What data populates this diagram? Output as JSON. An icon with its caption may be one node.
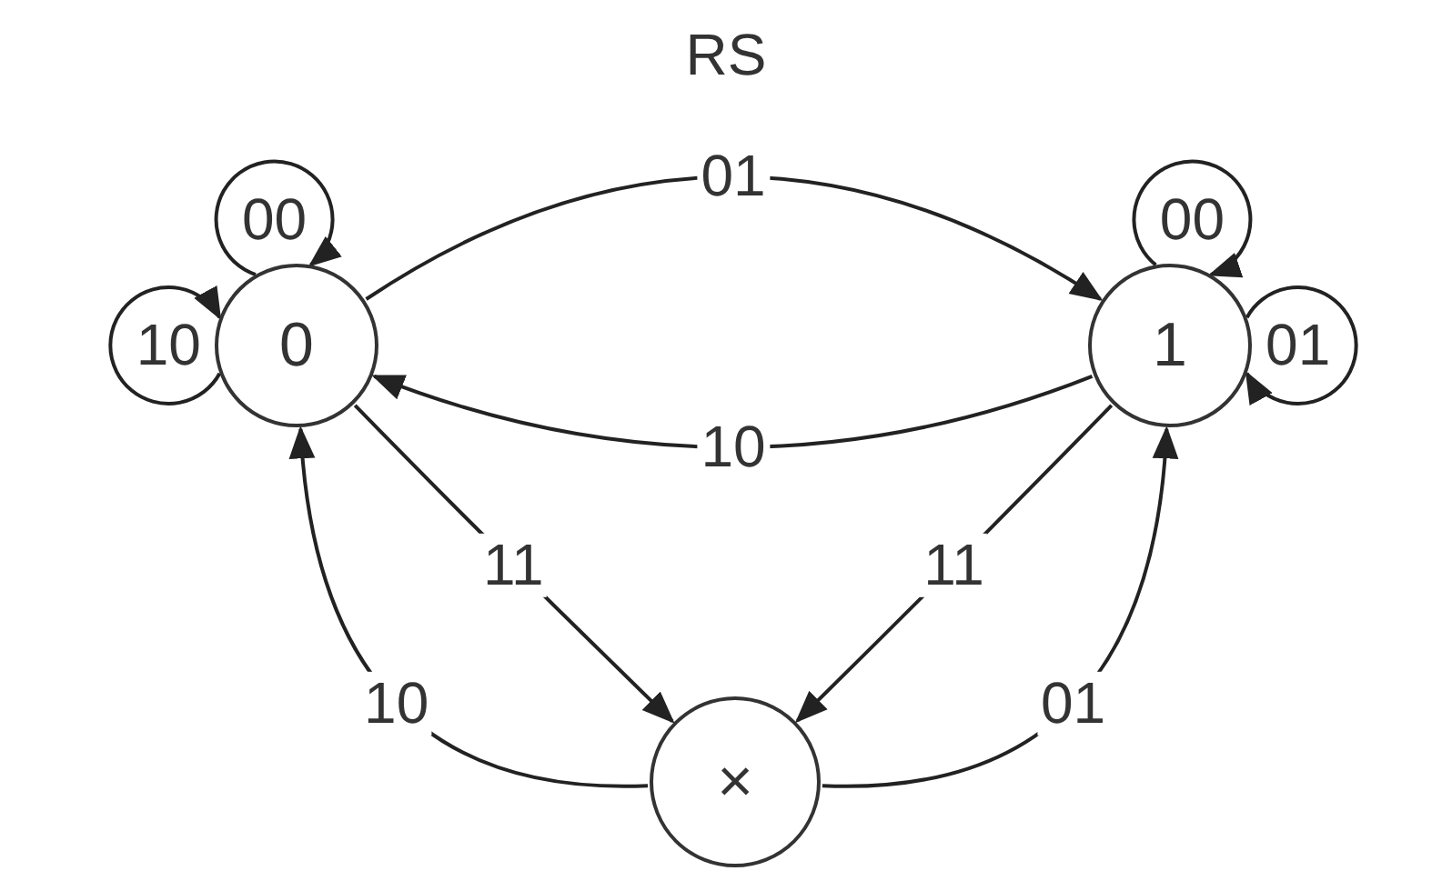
{
  "diagram": {
    "title": "RS",
    "nodes": [
      {
        "text": [
          "0"
        ]
      },
      {
        "text": [
          "1"
        ]
      },
      {
        "text": [
          "×"
        ]
      }
    ],
    "edges": [
      {
        "from": 0,
        "to": 0,
        "arrow": "to",
        "label": "00"
      },
      {
        "from": 0,
        "to": 0,
        "arrow": "to",
        "label": "10"
      },
      {
        "from": 1,
        "to": 1,
        "arrow": "to",
        "label": "00"
      },
      {
        "from": 1,
        "to": 1,
        "arrow": "to",
        "label": "01"
      },
      {
        "from": 0,
        "to": 1,
        "arrow": "to",
        "label": "01"
      },
      {
        "from": 1,
        "to": 0,
        "arrow": "to",
        "label": "10"
      },
      {
        "from": 0,
        "to": 2,
        "arrow": "to",
        "label": "11"
      },
      {
        "from": 1,
        "to": 2,
        "arrow": "to",
        "label": "11"
      },
      {
        "from": 2,
        "to": 0,
        "arrow": "to",
        "label": "10"
      },
      {
        "from": 2,
        "to": 1,
        "arrow": "to",
        "label": "01"
      }
    ]
  }
}
